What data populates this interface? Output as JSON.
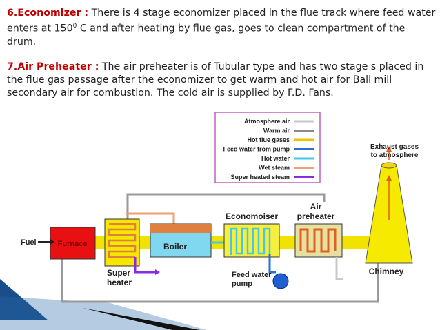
{
  "section6": {
    "heading": "6.Economizer :",
    "text": "  There is 4 stage economizer placed in the flue track where feed water enters at 150",
    "sup": "0",
    "text_after": " C and after heating by flue gas, goes to clean compartment of the drum."
  },
  "section7": {
    "heading": "7.Air Preheater :",
    "text": " The air preheater is of Tubular type and has two stage s placed in the flue gas passage after the economizer to get warm and hot air for Ball  mill secondary air for combustion. The cold air is supplied by F.D. Fans."
  },
  "legend": [
    {
      "label": "Atmosphere air",
      "color": "#c8c8c8"
    },
    {
      "label": "Warm air",
      "color": "#8a8a8a"
    },
    {
      "label": "Hot flue gases",
      "color": "#f0c000"
    },
    {
      "label": "Feed water from pump",
      "color": "#2a6fd6"
    },
    {
      "label": "Hot water",
      "color": "#45c8e8"
    },
    {
      "label": "Wet steam",
      "color": "#f0a070"
    },
    {
      "label": "Super heated steam",
      "color": "#8a2be2"
    }
  ],
  "components": {
    "fuel": "Fuel",
    "furnace": "Furnace",
    "super_heater_1": "Super",
    "super_heater_2": "heater",
    "boiler": "Boiler",
    "economiser": "Economoiser",
    "air_preheater_1": "Air",
    "air_preheater_2": "preheater",
    "chimney": "Chimney",
    "feed_pump_1": "Feed water",
    "feed_pump_2": "pump",
    "exhaust_1": "Exhaust gases",
    "exhaust_2": "to atmosphere"
  },
  "colors": {
    "heading": "#c00000",
    "furnace_fill": "#e81010",
    "superheater_fill": "#f6e600",
    "boiler_fill": "#7fd8f0",
    "boiler_top": "#e08040",
    "flue_gas": "#f2e200",
    "chimney_fill": "#f6ea00",
    "pump_fill": "#1f5fd0",
    "legend_border": "#c060c0",
    "footer_band": "#1a4e8a"
  }
}
